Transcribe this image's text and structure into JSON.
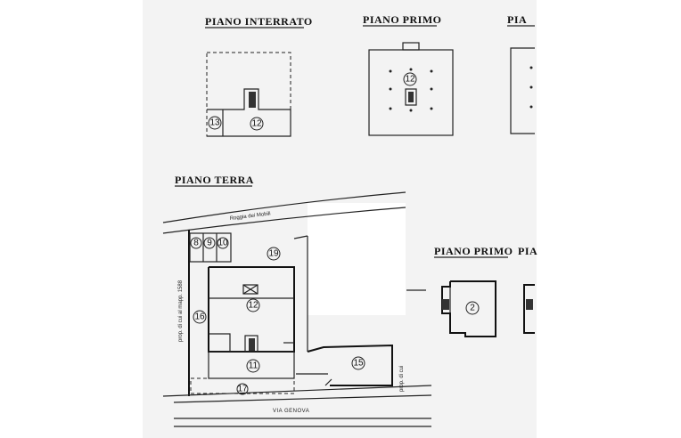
{
  "titles": {
    "interrato": "PIANO INTERRATO",
    "primo_top": "PIANO PRIMO",
    "cut_top": "PIA",
    "terra": "PIANO TERRA",
    "primo_right": "PIANO PRIMO",
    "cut_right": "PIA"
  },
  "labels": {
    "roggia": "Roggia dei Mobili",
    "prop_left": "prop. di cui al mapp. 1588",
    "prop_right": "prop. di cui",
    "via": "VIA GENOVA"
  },
  "units": {
    "u8": "8",
    "u9": "9",
    "u10": "10",
    "u11": "11",
    "u12": "12",
    "u13": "13",
    "u15": "15",
    "u16": "16",
    "u17": "17",
    "u19": "19",
    "u12_primo": "12",
    "u12_interrato": "12",
    "u2": "2"
  }
}
